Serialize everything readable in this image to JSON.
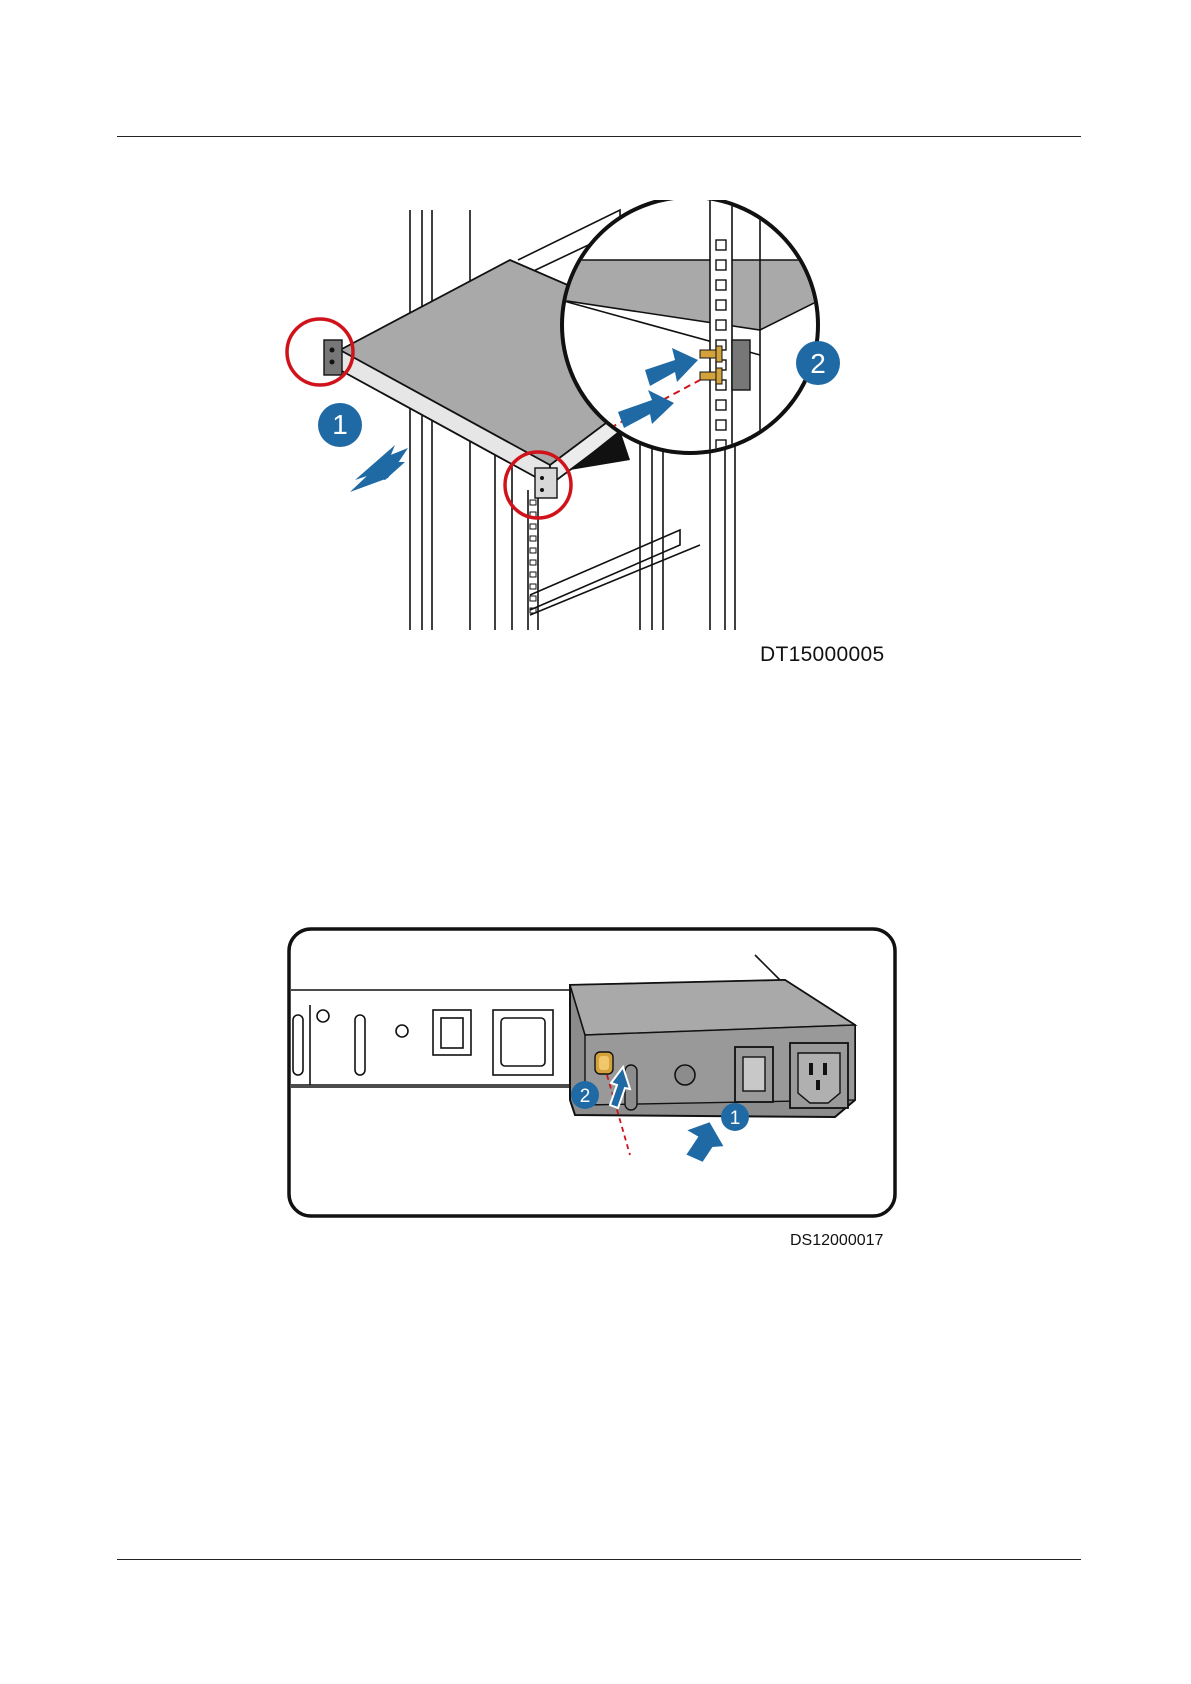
{
  "figures": [
    {
      "caption": "DT15000005",
      "callouts": [
        "1",
        "2"
      ],
      "description_icons": [
        "rack-mount-device",
        "mounting-screw-icon",
        "push-arrow-icon"
      ]
    },
    {
      "caption": "DS12000017",
      "callouts": [
        "1",
        "2"
      ],
      "description_icons": [
        "power-module",
        "captive-screw-icon",
        "push-arrow-icon"
      ]
    }
  ],
  "colors": {
    "callout_blue": "#1f6aa5",
    "highlight_red": "#d0121b",
    "device_gray": "#a9a9a9",
    "screw_gold": "#d4a23c",
    "line": "#111111"
  }
}
